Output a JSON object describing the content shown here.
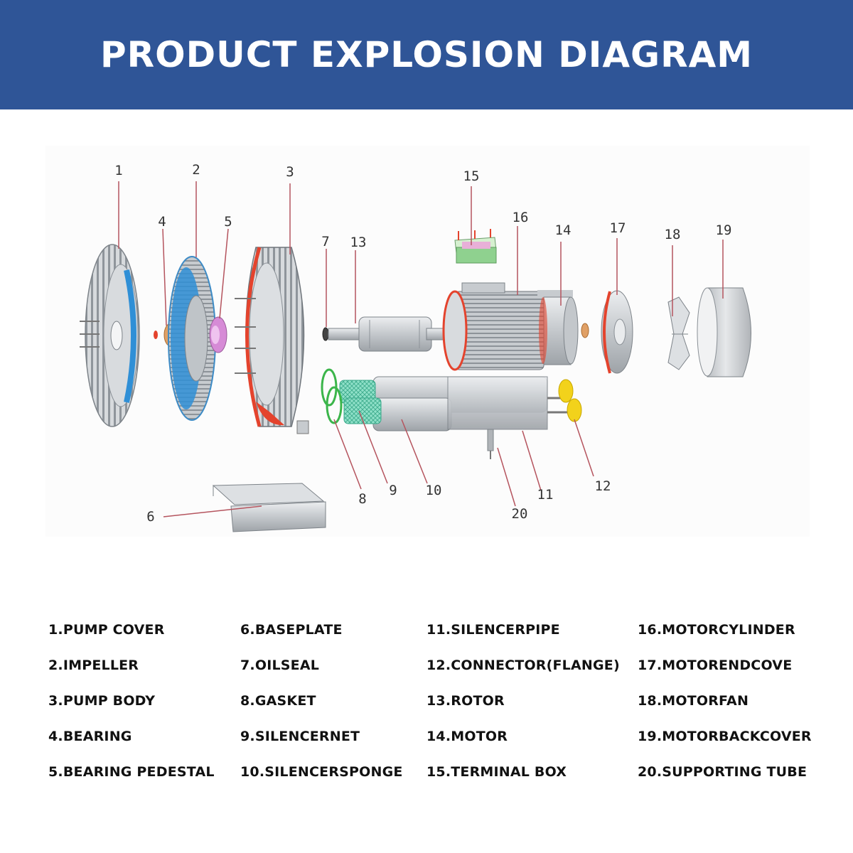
{
  "header": {
    "title": "PRODUCT EXPLOSION DIAGRAM"
  },
  "colors": {
    "banner": "#2f5597",
    "leader_line": "#b5545e",
    "metal": "#c9ccd0",
    "accent_red": "#e4432d",
    "accent_blue": "#2f8fd6",
    "terminal_green": "#8fd18f",
    "sponge_green": "#6fd0b4",
    "gasket_green": "#3bb54a",
    "connector_yellow": "#f2d21b",
    "pedestal_pink": "#d68bd6",
    "bearing_orange": "#e0a066"
  },
  "callouts": [
    "1",
    "2",
    "3",
    "4",
    "5",
    "6",
    "7",
    "8",
    "9",
    "10",
    "11",
    "12",
    "13",
    "14",
    "15",
    "16",
    "17",
    "18",
    "19",
    "20"
  ],
  "legend": [
    "1.PUMP COVER",
    "2.IMPELLER",
    "3.PUMP BODY",
    "4.BEARING",
    "5.BEARING PEDESTAL",
    "6.BASEPLATE",
    "7.OILSEAL",
    "8.GASKET",
    "9.SILENCERNET",
    "10.SILENCERSPONGE",
    "11.SILENCERPIPE",
    "12.CONNECTOR(FLANGE)",
    "13.ROTOR",
    "14.MOTOR",
    "15.TERMINAL BOX",
    "16.MOTORCYLINDER",
    "17.MOTORENDCOVE",
    "18.MOTORFAN",
    "19.MOTORBACKCOVER",
    "20.SUPPORTING TUBE"
  ]
}
